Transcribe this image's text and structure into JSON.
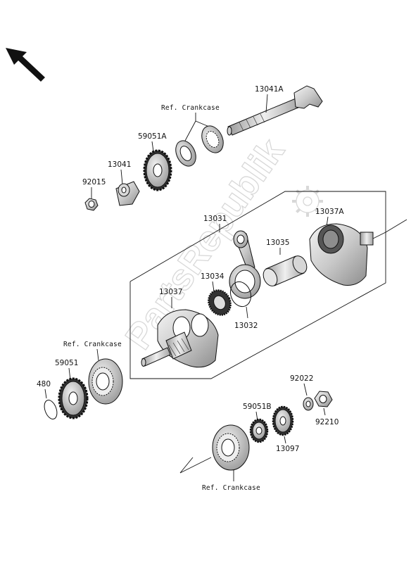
{
  "watermark": "PartsRepublik",
  "refs": {
    "top": "Ref. Crankcase",
    "left": "Ref. Crankcase",
    "bottom": "Ref. Crankcase"
  },
  "labels": {
    "p13041A": "13041A",
    "p59051A": "59051A",
    "p13041": "13041",
    "p92015": "92015",
    "p13031": "13031",
    "p13037A": "13037A",
    "p13035": "13035",
    "p13034": "13034",
    "p13037": "13037",
    "p13032": "13032",
    "p59051": "59051",
    "p480": "480",
    "p92022": "92022",
    "p59051B": "59051B",
    "p92210": "92210",
    "p13097": "13097"
  }
}
